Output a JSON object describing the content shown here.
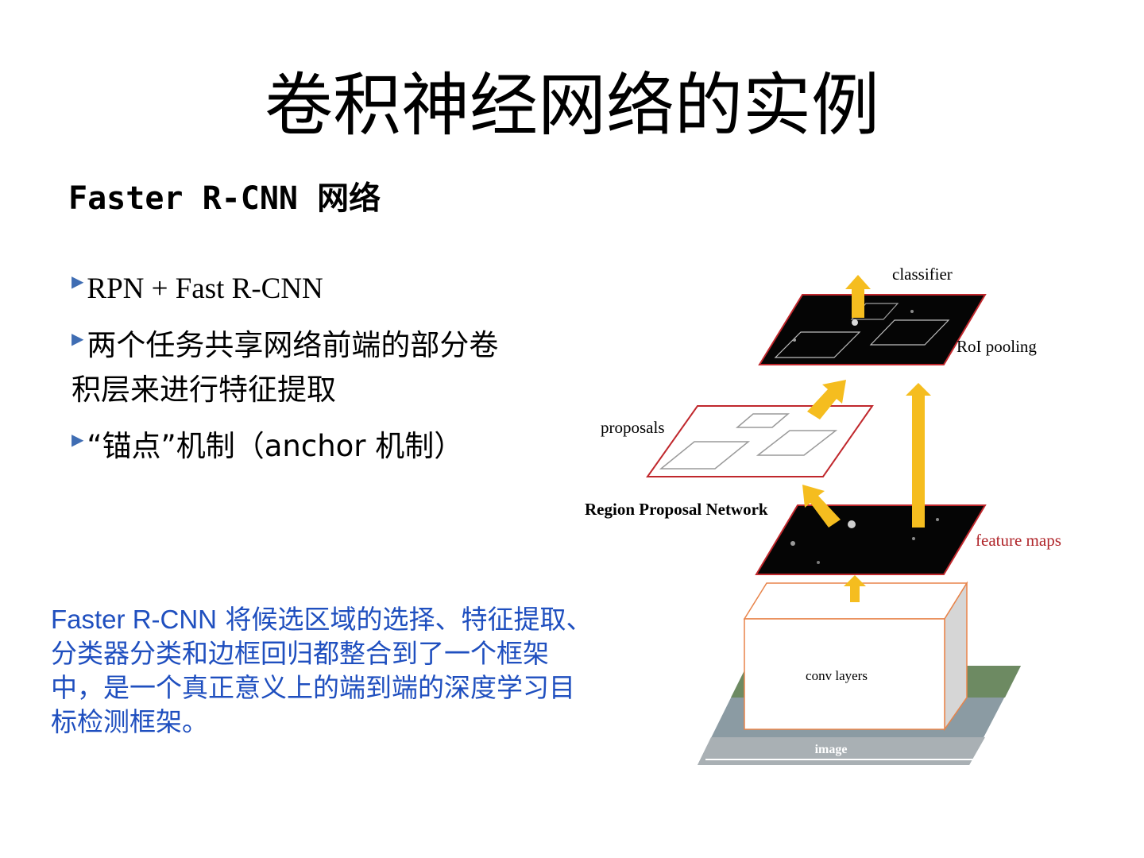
{
  "slide": {
    "title": "卷积神经网络的实例",
    "subtitle_latin": "Faster R-CNN",
    "subtitle_cjk": "网络"
  },
  "bullets": [
    {
      "text": "RPN + Fast R-CNN"
    },
    {
      "text": "两个任务共享网络前端的部分卷积层来进行特征提取"
    },
    {
      "text": "“锚点”机制（anchor 机制）"
    }
  ],
  "note": {
    "lead": "Faster R-CNN",
    "body": " 将候选区域的选择、特征提取、分类器分类和边框回归都整合到了一个框架中，是一个真正意义上的端到端的深度学习目标检测框架。"
  },
  "diagram": {
    "classifier": "classifier",
    "roi_pooling": "RoI pooling",
    "proposals": "proposals",
    "rpn": "Region Proposal Network",
    "feature_maps": "feature maps",
    "conv_layers": "conv layers",
    "image": "image",
    "colors": {
      "arrow": "#f5bd1f",
      "plane_border": "#c0282d",
      "box_border": "#e8844a",
      "note": "#1f4fbf",
      "bullet_marker": "#3f6db3"
    }
  }
}
